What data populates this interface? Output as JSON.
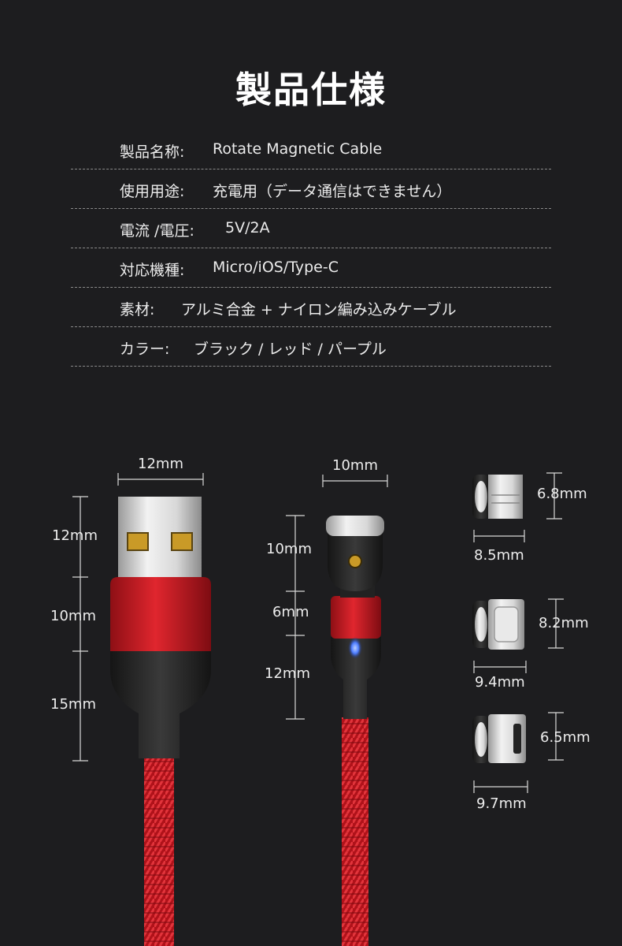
{
  "title": "製品仕様",
  "specs": [
    {
      "label": "製品名称:",
      "value": "Rotate Magnetic Cable"
    },
    {
      "label": "使用用途:",
      "value": "充電用（データ通信はできません）"
    },
    {
      "label": "電流 /電圧:",
      "value": "5V/2A"
    },
    {
      "label": "対応機種:",
      "value": "Micro/iOS/Type-C"
    },
    {
      "label": "素材:",
      "value": "アルミ合金 + ナイロン編み込みケーブル"
    },
    {
      "label": "カラー:",
      "value": "ブラック / レッド / パープル"
    }
  ],
  "dimensions": {
    "usb_width": "12mm",
    "usb_plug_height": "12mm",
    "usb_housing_height": "10mm",
    "usb_boot_height": "15mm",
    "head_width": "10mm",
    "head_height": "10mm",
    "collar_height": "6mm",
    "led_section_height": "12mm",
    "micro_height": "6.8mm",
    "micro_width": "8.5mm",
    "typec_height": "8.2mm",
    "typec_width": "9.4mm",
    "lightning_height": "6.5mm",
    "lightning_width": "9.7mm"
  },
  "colors": {
    "background": "#1d1d1f",
    "cable_red": "#c8141c",
    "housing_red": "#d0212a",
    "led_blue": "#4d7dff"
  }
}
